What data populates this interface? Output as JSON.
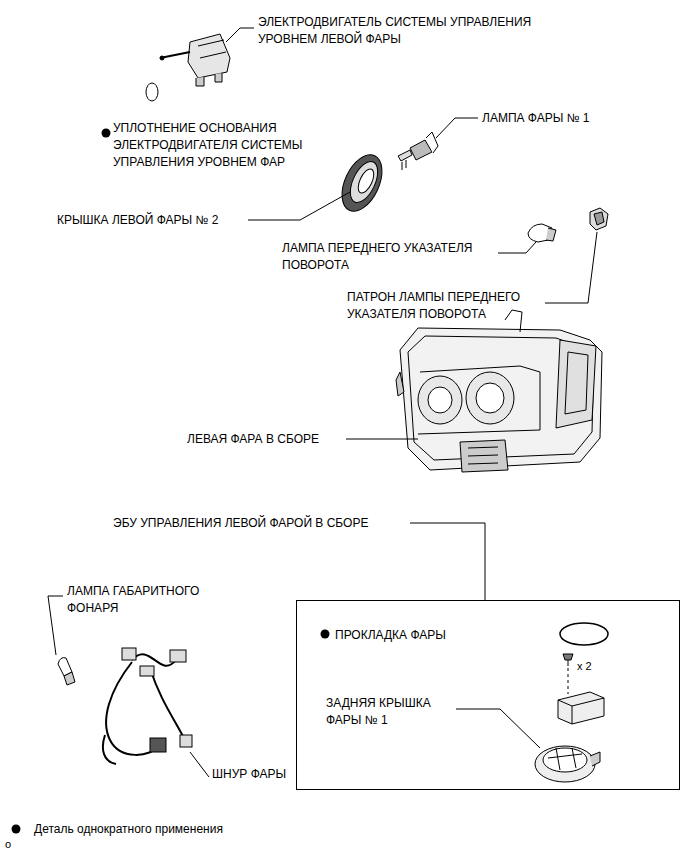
{
  "diagram": {
    "nodes": [
      {
        "text": [
          "ПРОКЛАДКА ФАРЫ",
          "x 2",
          "ЗАДНЯЯ КРЫШКА ФАРЫ № 1"
        ]
      }
    ],
    "labels": [
      "ЭЛЕКТРОДВИГАТЕЛЬ СИСТЕМЫ УПРАВЛЕНИЯ УРОВНЕМ ЛЕВОЙ ФАРЫ",
      "УПЛОТНЕНИЕ ОСНОВАНИЯ ЭЛЕКТРОДВИГАТЕЛЯ СИСТЕМЫ УПРАВЛЕНИЯ УРОВНЕМ ФАР",
      "ЛАМПА ФАРЫ № 1",
      "КРЫШКА ЛЕВОЙ ФАРЫ № 2",
      "ЛАМПА ПЕРЕДНЕГО УКАЗАТЕЛЯ ПОВОРОТА",
      "ПАТРОН ЛАМПЫ ПЕРЕДНЕГО УКАЗАТЕЛЯ ПОВОРОТА",
      "ЛЕВАЯ ФАРА В СБОРЕ",
      "ЭБУ УПРАВЛЕНИЯ ЛЕВОЙ ФАРОЙ В СБОРЕ",
      "ЛАМПА ГАБАРИТНОГО ФОНАРЯ",
      "ШНУР ФАРЫ",
      "o"
    ],
    "legend": [
      {
        "text": "Деталь однократного применения"
      }
    ]
  }
}
